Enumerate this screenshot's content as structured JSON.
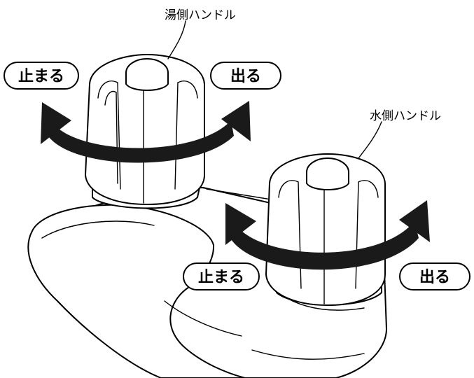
{
  "labels": {
    "hot_handle": "湯側ハンドル",
    "cold_handle": "水側ハンドル",
    "hot_close": "止まる",
    "hot_open": "出る",
    "cold_close": "止まる",
    "cold_open": "出る"
  },
  "colors": {
    "line": "#000000",
    "arrow": "#1a1a1a",
    "background": "#ffffff"
  }
}
